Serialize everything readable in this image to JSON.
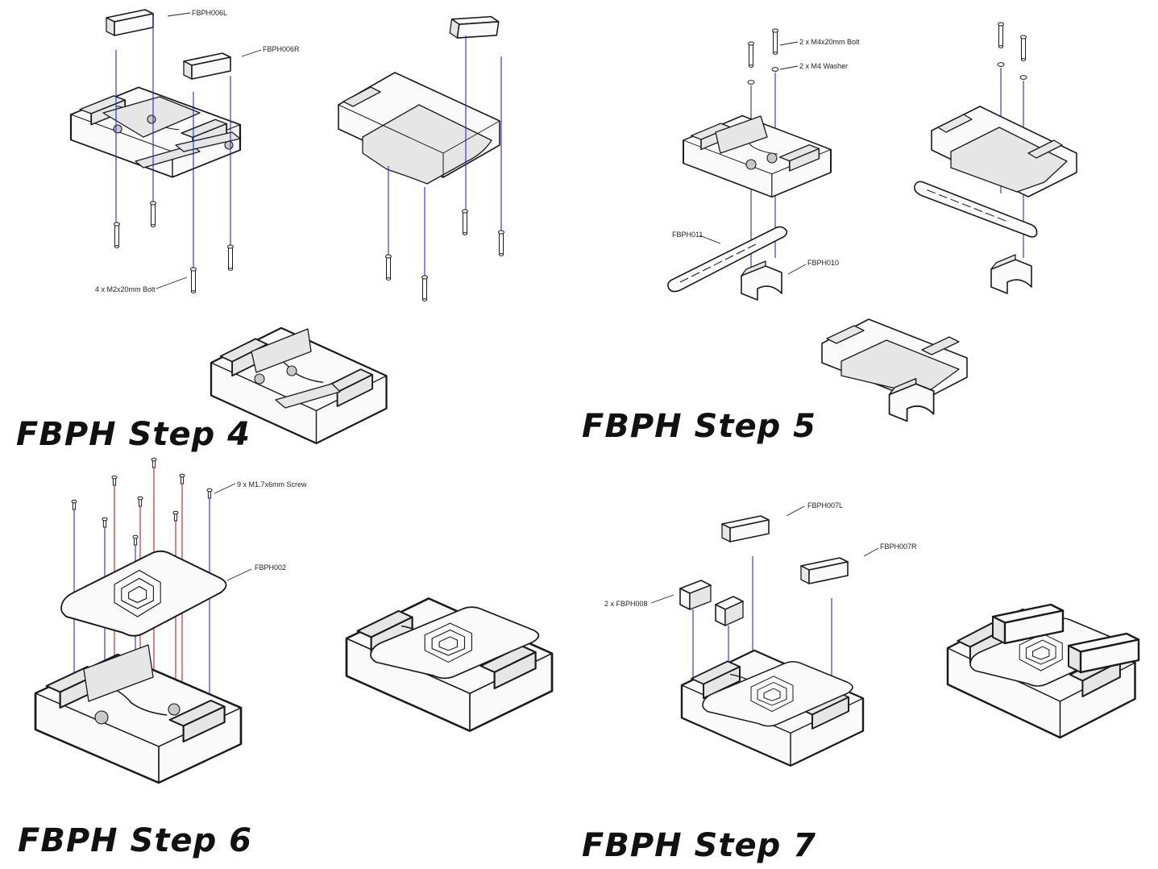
{
  "steps": [
    {
      "title": "FBPH Step 4",
      "callouts": [
        "FBPH006L",
        "FBPH006R",
        "4 x M2x20mm Bolt"
      ]
    },
    {
      "title": "FBPH Step 5",
      "callouts": [
        "2 x M4x20mm Bolt",
        "2 x M4 Washer",
        "FBPH011",
        "FBPH010"
      ]
    },
    {
      "title": "FBPH Step 6",
      "callouts": [
        "9 x M1.7x6mm Screw",
        "FBPH002"
      ]
    },
    {
      "title": "FBPH Step 7",
      "callouts": [
        "FBPH007L",
        "FBPH007R",
        "2 x FBPH008"
      ]
    }
  ],
  "colors": {
    "guide_line": "#2a2ad0",
    "guide_line_alt": "#d01818",
    "line_art": "#1a1a1a"
  }
}
